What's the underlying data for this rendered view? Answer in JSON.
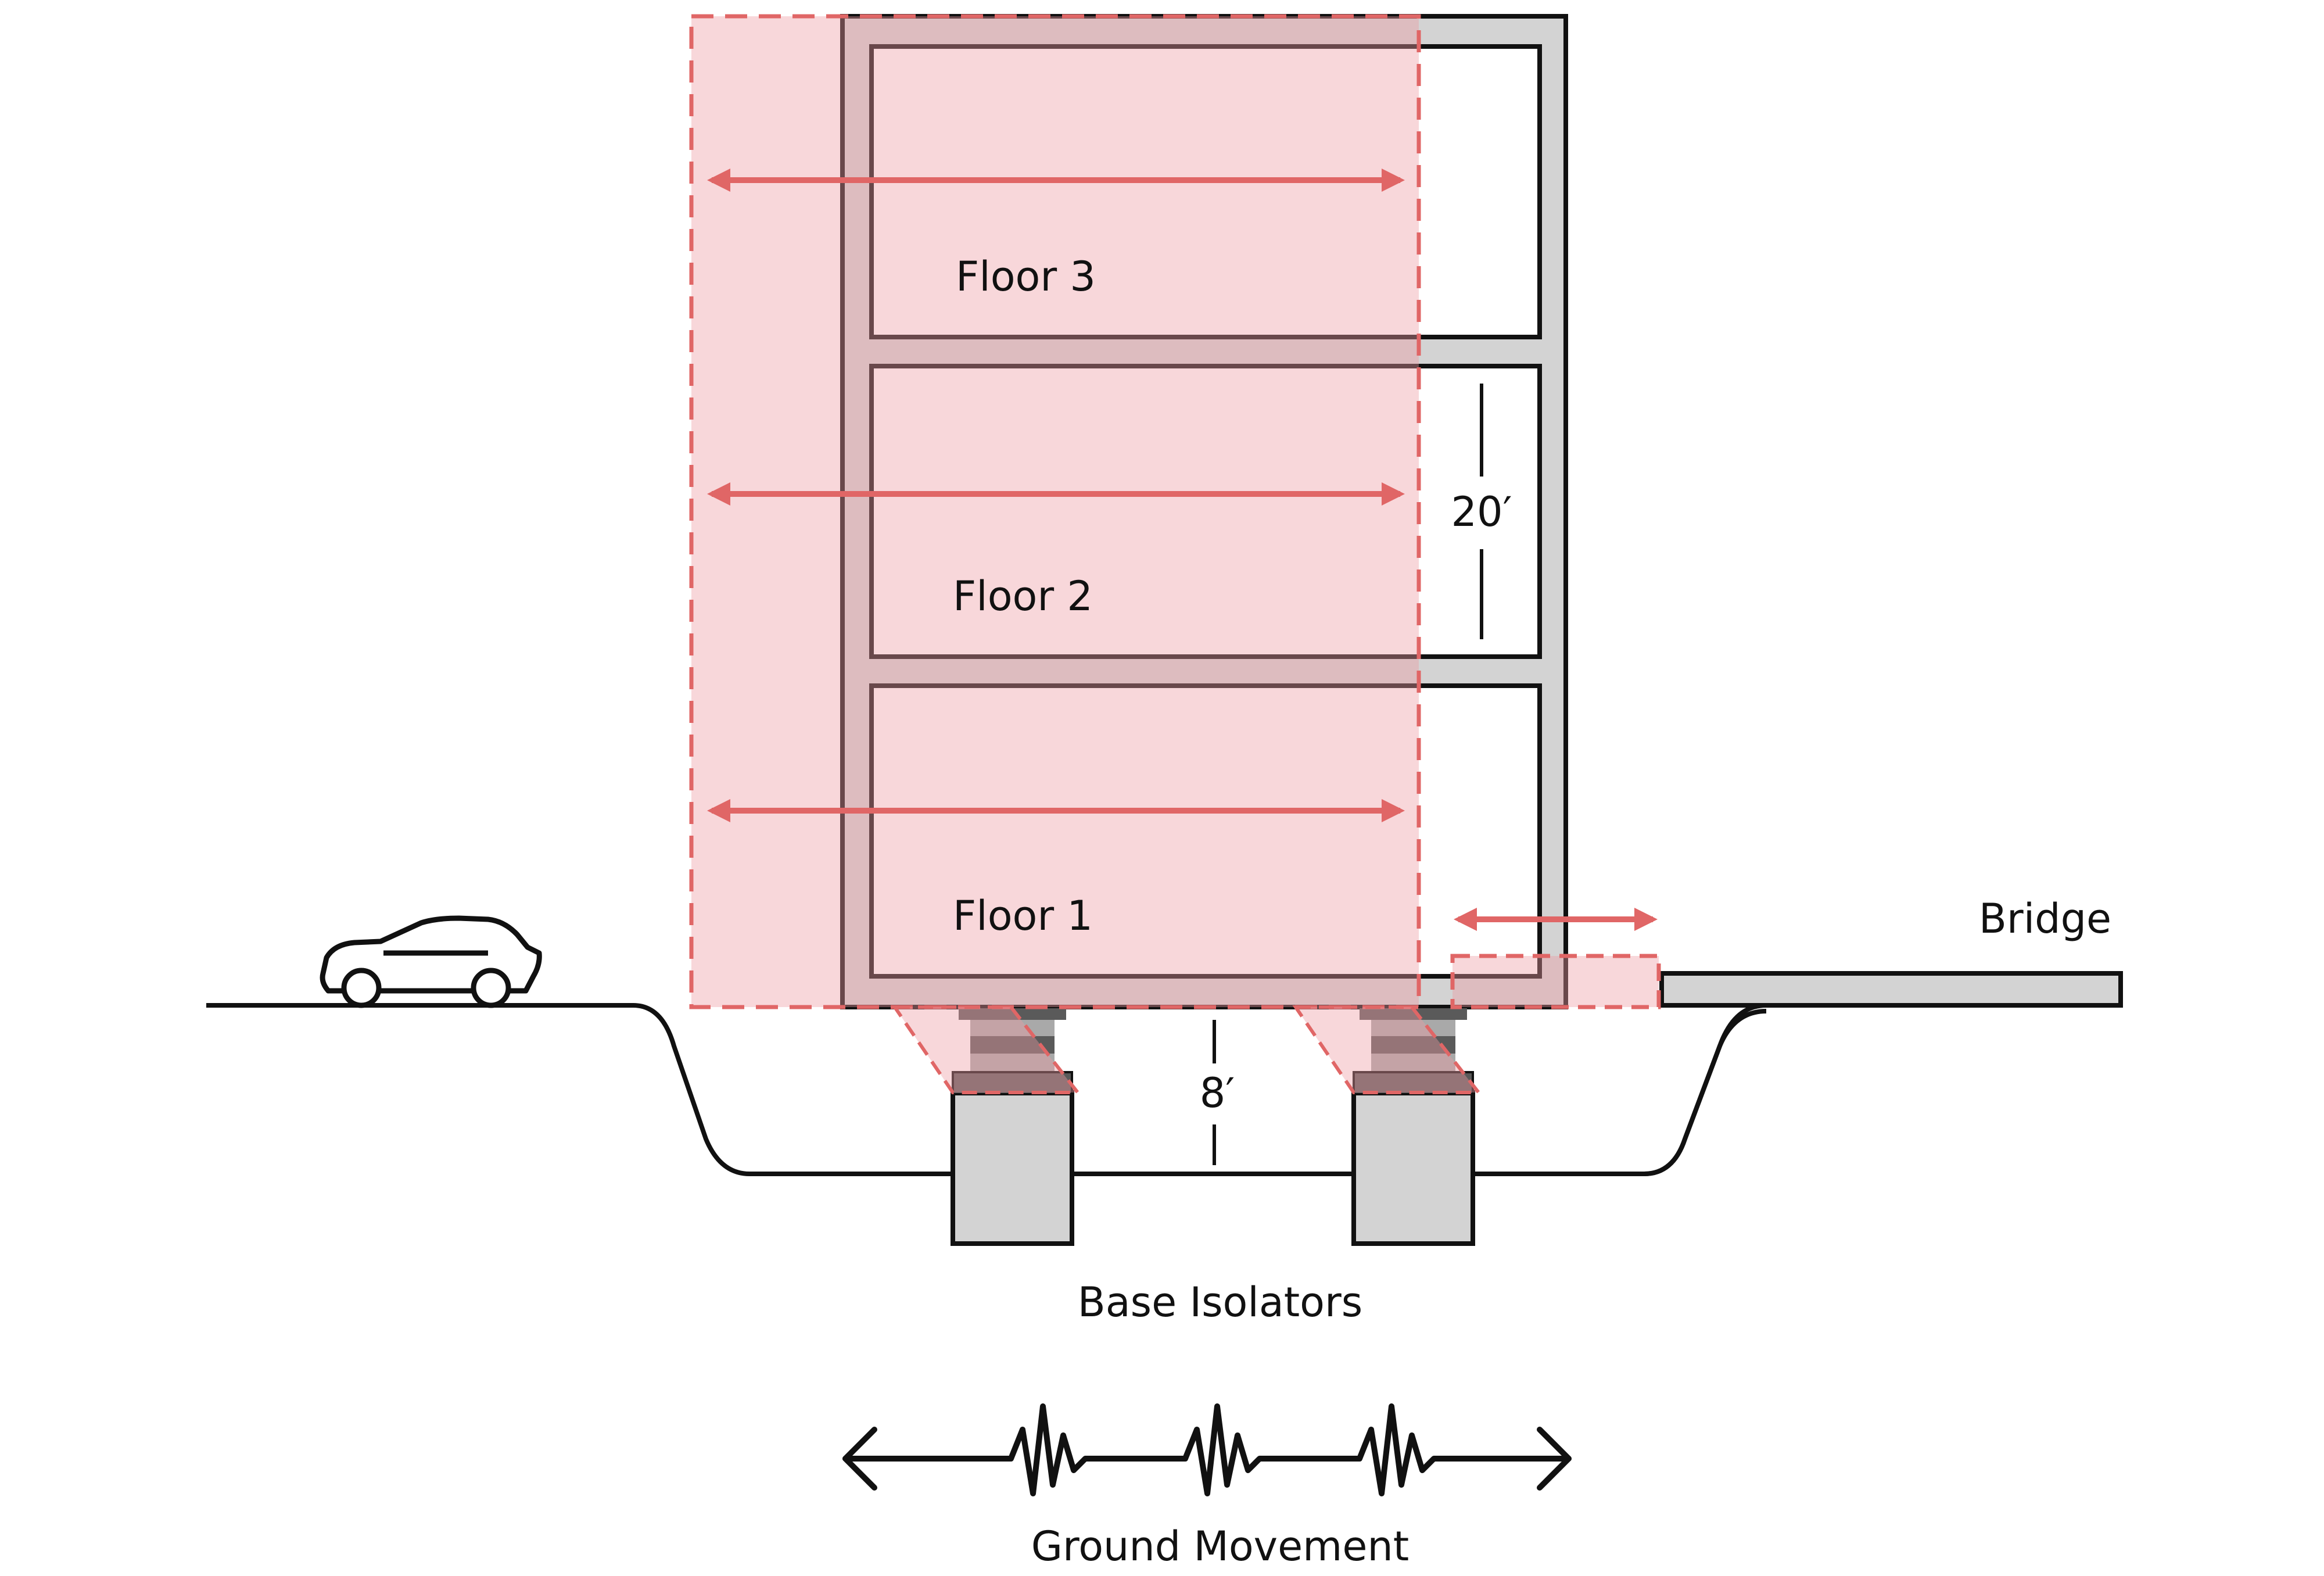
{
  "labels": {
    "floor3": "Floor 3",
    "floor2": "Floor 2",
    "floor1": "Floor 1",
    "floor_height": "20′",
    "isolator_height": "8′",
    "bridge": "Bridge",
    "base_isolators": "Base Isolators",
    "ground_movement": "Ground Movement"
  },
  "colors": {
    "structure_fill": "#d3d3d3",
    "outline": "#111111",
    "displacement_fill": "#f6d6da",
    "displacement_line": "#e06666",
    "isolator_dark": "#5a5a5a",
    "isolator_light": "#a9a9a9",
    "pedestal_fill": "#d3d3d3"
  },
  "icons": {
    "car": "car-icon",
    "seismic": "seismic-wave-icon"
  }
}
